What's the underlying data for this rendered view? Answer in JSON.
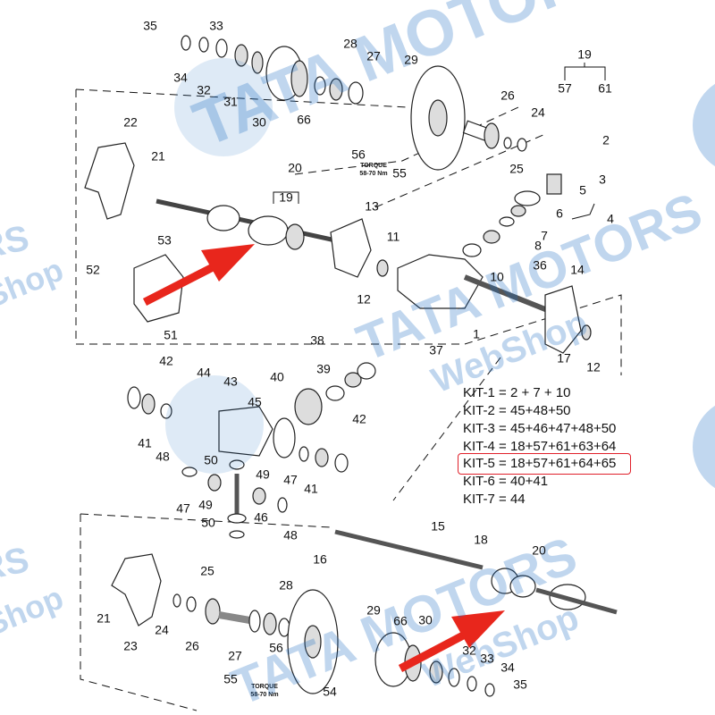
{
  "diagram": {
    "callouts": [
      "35",
      "33",
      "34",
      "32",
      "31",
      "28",
      "27",
      "29",
      "30",
      "66",
      "19",
      "57",
      "61",
      "26",
      "24",
      "22",
      "21",
      "56",
      "55",
      "25",
      "2",
      "3",
      "5",
      "6",
      "4",
      "20",
      "19",
      "13",
      "7",
      "8",
      "11",
      "53",
      "52",
      "10",
      "36",
      "14",
      "12",
      "51",
      "1",
      "37",
      "17",
      "12",
      "38",
      "42",
      "44",
      "39",
      "43",
      "40",
      "45",
      "42",
      "41",
      "48",
      "50",
      "49",
      "47",
      "41",
      "47",
      "49",
      "46",
      "50",
      "48",
      "15",
      "18",
      "16",
      "20",
      "25",
      "28",
      "21",
      "24",
      "23",
      "26",
      "29",
      "66",
      "30",
      "32",
      "33",
      "34",
      "27",
      "56",
      "55",
      "54",
      "35"
    ],
    "torque_label": "TORQUE",
    "torque_value": "58-70 Nm",
    "kits": [
      "KIT-1 = 2 + 7 + 10",
      "KIT-2 = 45+48+50",
      "KIT-3 = 45+46+47+48+50",
      "KIT-4 = 18+57+61+63+64",
      "KIT-5 = 18+57+61+64+65",
      "KIT-6 = 40+41",
      "KIT-7 = 44"
    ],
    "highlighted_kit": "KIT-5",
    "highlight_color": "#e0202a",
    "arrow_color": "#e8261c"
  },
  "watermark": {
    "brand": "TATA MOTORS",
    "sub": "WebShop",
    "edge_left_1": "RS",
    "edge_left_2": "Shop",
    "color": "#1f6fc4"
  }
}
